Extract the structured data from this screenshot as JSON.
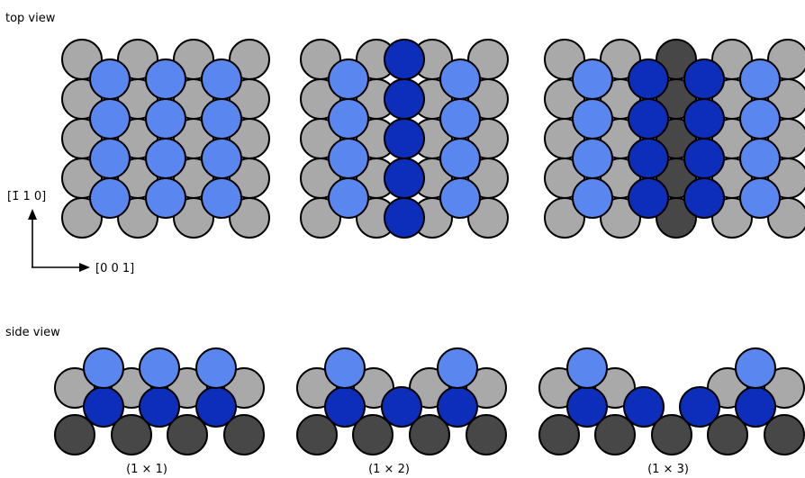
{
  "labels": {
    "top_view": "top view",
    "side_view": "side view",
    "axis_vertical": "[1̄ 1 0]",
    "axis_horizontal": "[0 0 1]"
  },
  "colors": {
    "gray": "#a9a9a9",
    "dark_gray": "#474747",
    "light_blue": "#5a86ef",
    "dark_blue": "#0d2ebb",
    "outline": "#000000"
  },
  "panels": [
    {
      "caption": "(1 × 1)",
      "reconstruction": "1x1"
    },
    {
      "caption": "(1 × 2)",
      "reconstruction": "1x2"
    },
    {
      "caption": "(1 × 3)",
      "reconstruction": "1x3"
    }
  ]
}
